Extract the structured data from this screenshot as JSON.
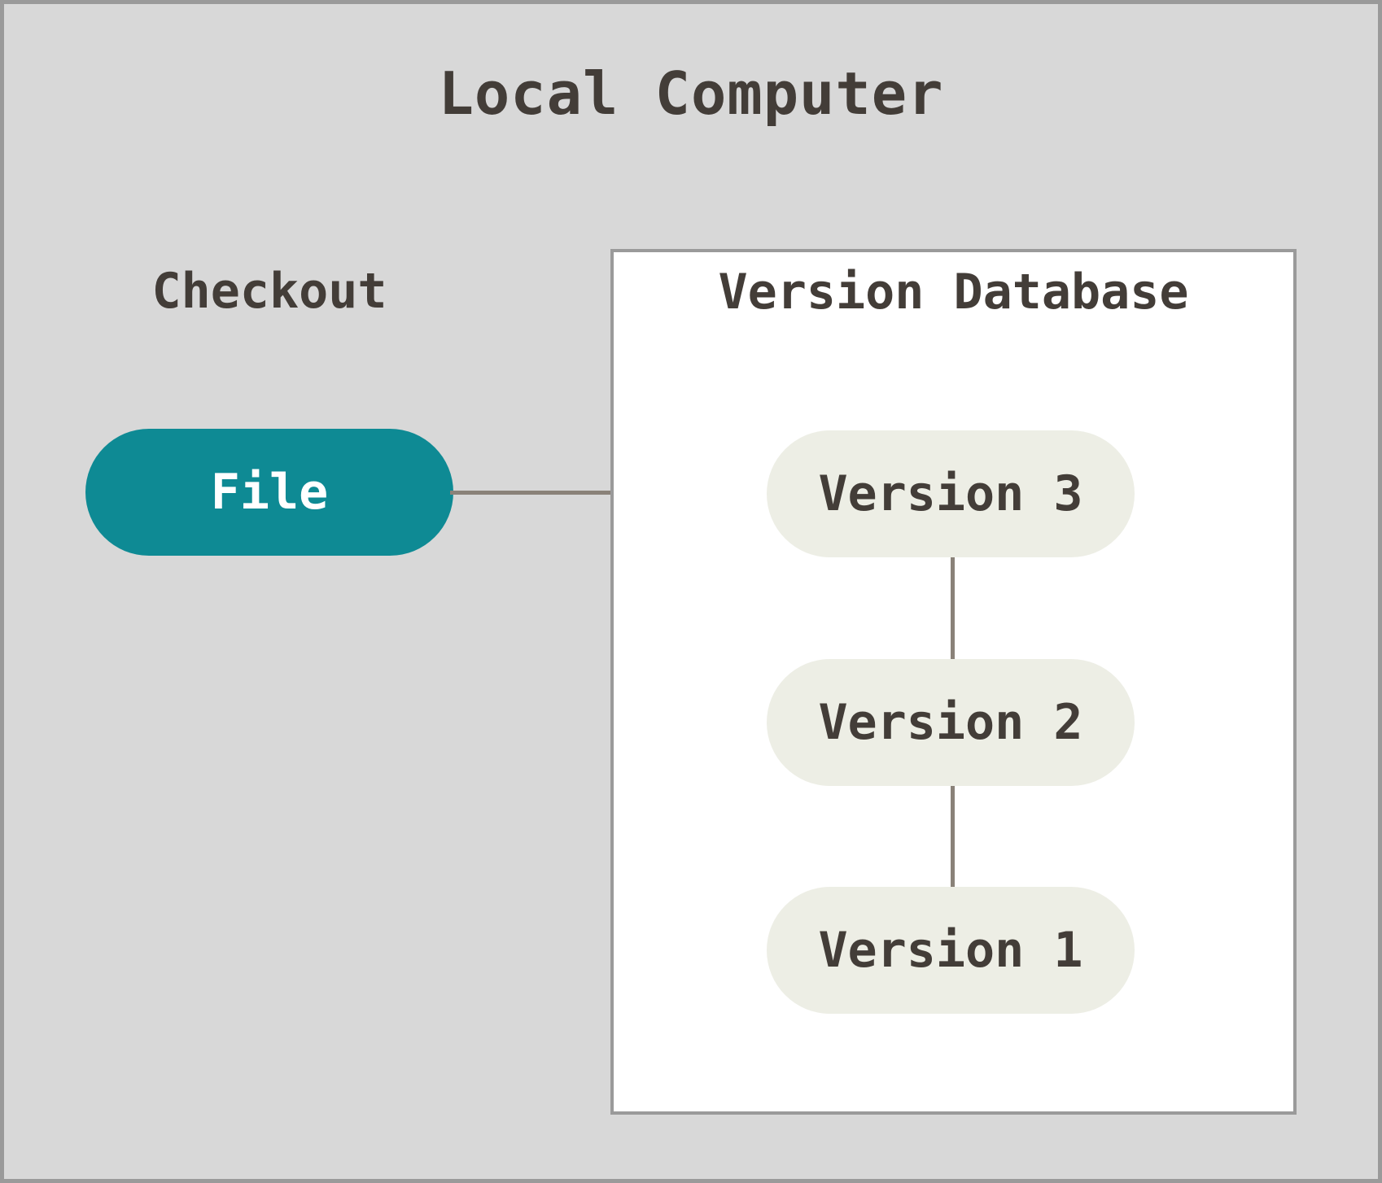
{
  "diagram": {
    "title": "Local Computer",
    "checkout": {
      "label": "Checkout"
    },
    "file_node": {
      "label": "File"
    },
    "version_database": {
      "title": "Version Database",
      "nodes": [
        {
          "label": "Version 3"
        },
        {
          "label": "Version 2"
        },
        {
          "label": "Version 1"
        }
      ]
    },
    "connections": [
      {
        "from": "File",
        "to": "Version 3"
      },
      {
        "from": "Version 3",
        "to": "Version 2"
      },
      {
        "from": "Version 2",
        "to": "Version 1"
      }
    ],
    "colors": {
      "background": "#d8d8d8",
      "frame_border": "#9a9a9a",
      "box_background": "#ffffff",
      "box_border": "#9a9a9a",
      "file_fill": "#0e8a94",
      "file_text": "#ffffff",
      "version_fill": "#edeee5",
      "text": "#433d38",
      "connector": "#8a8279"
    }
  }
}
